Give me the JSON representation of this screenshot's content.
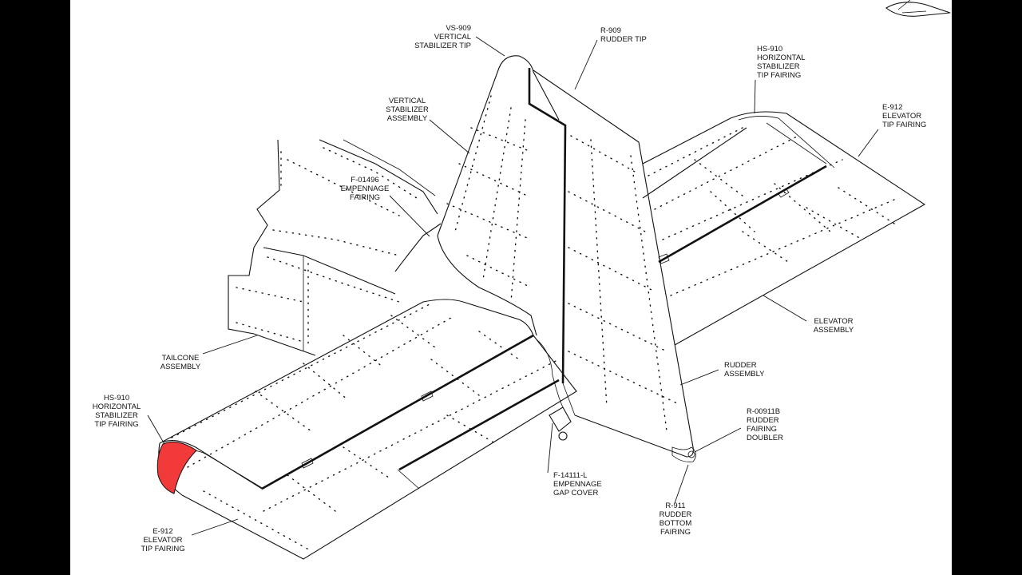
{
  "labels": {
    "vs909": [
      "VS-909",
      "VERTICAL",
      "STABILIZER TIP"
    ],
    "r909": [
      "R-909",
      "RUDDER TIP"
    ],
    "hs910_right": [
      "HS-910",
      "HORIZONTAL",
      "STABILIZER",
      "TIP FAIRING"
    ],
    "e912_right": [
      "E-912",
      "ELEVATOR",
      "TIP FAIRING"
    ],
    "vs_assembly": [
      "VERTICAL",
      "STABILIZER",
      "ASSEMBLY"
    ],
    "f01496": [
      "F-01496",
      "EMPENNAGE",
      "FAIRING"
    ],
    "elevator_assembly": [
      "ELEVATOR",
      "ASSEMBLY"
    ],
    "tailcone_assembly": [
      "TAILCONE",
      "ASSEMBLY"
    ],
    "rudder_assembly": [
      "RUDDER",
      "ASSEMBLY"
    ],
    "hs910_left": [
      "HS-910",
      "HORIZONTAL",
      "STABILIZER",
      "TIP FAIRING"
    ],
    "r00911b": [
      "R-00911B",
      "RUDDER",
      "FAIRING",
      "DOUBLER"
    ],
    "f14111": [
      "F-14111-L",
      "EMPENNAGE",
      "GAP COVER"
    ],
    "r911": [
      "R-911",
      "RUDDER",
      "BOTTOM",
      "FAIRING"
    ],
    "e912_left": [
      "E-912",
      "ELEVATOR",
      "TIP FAIRING"
    ]
  },
  "colors": {
    "highlight": "#f23a3a",
    "line": "#111111",
    "sheet": "#ffffff",
    "frame": "#000000"
  }
}
